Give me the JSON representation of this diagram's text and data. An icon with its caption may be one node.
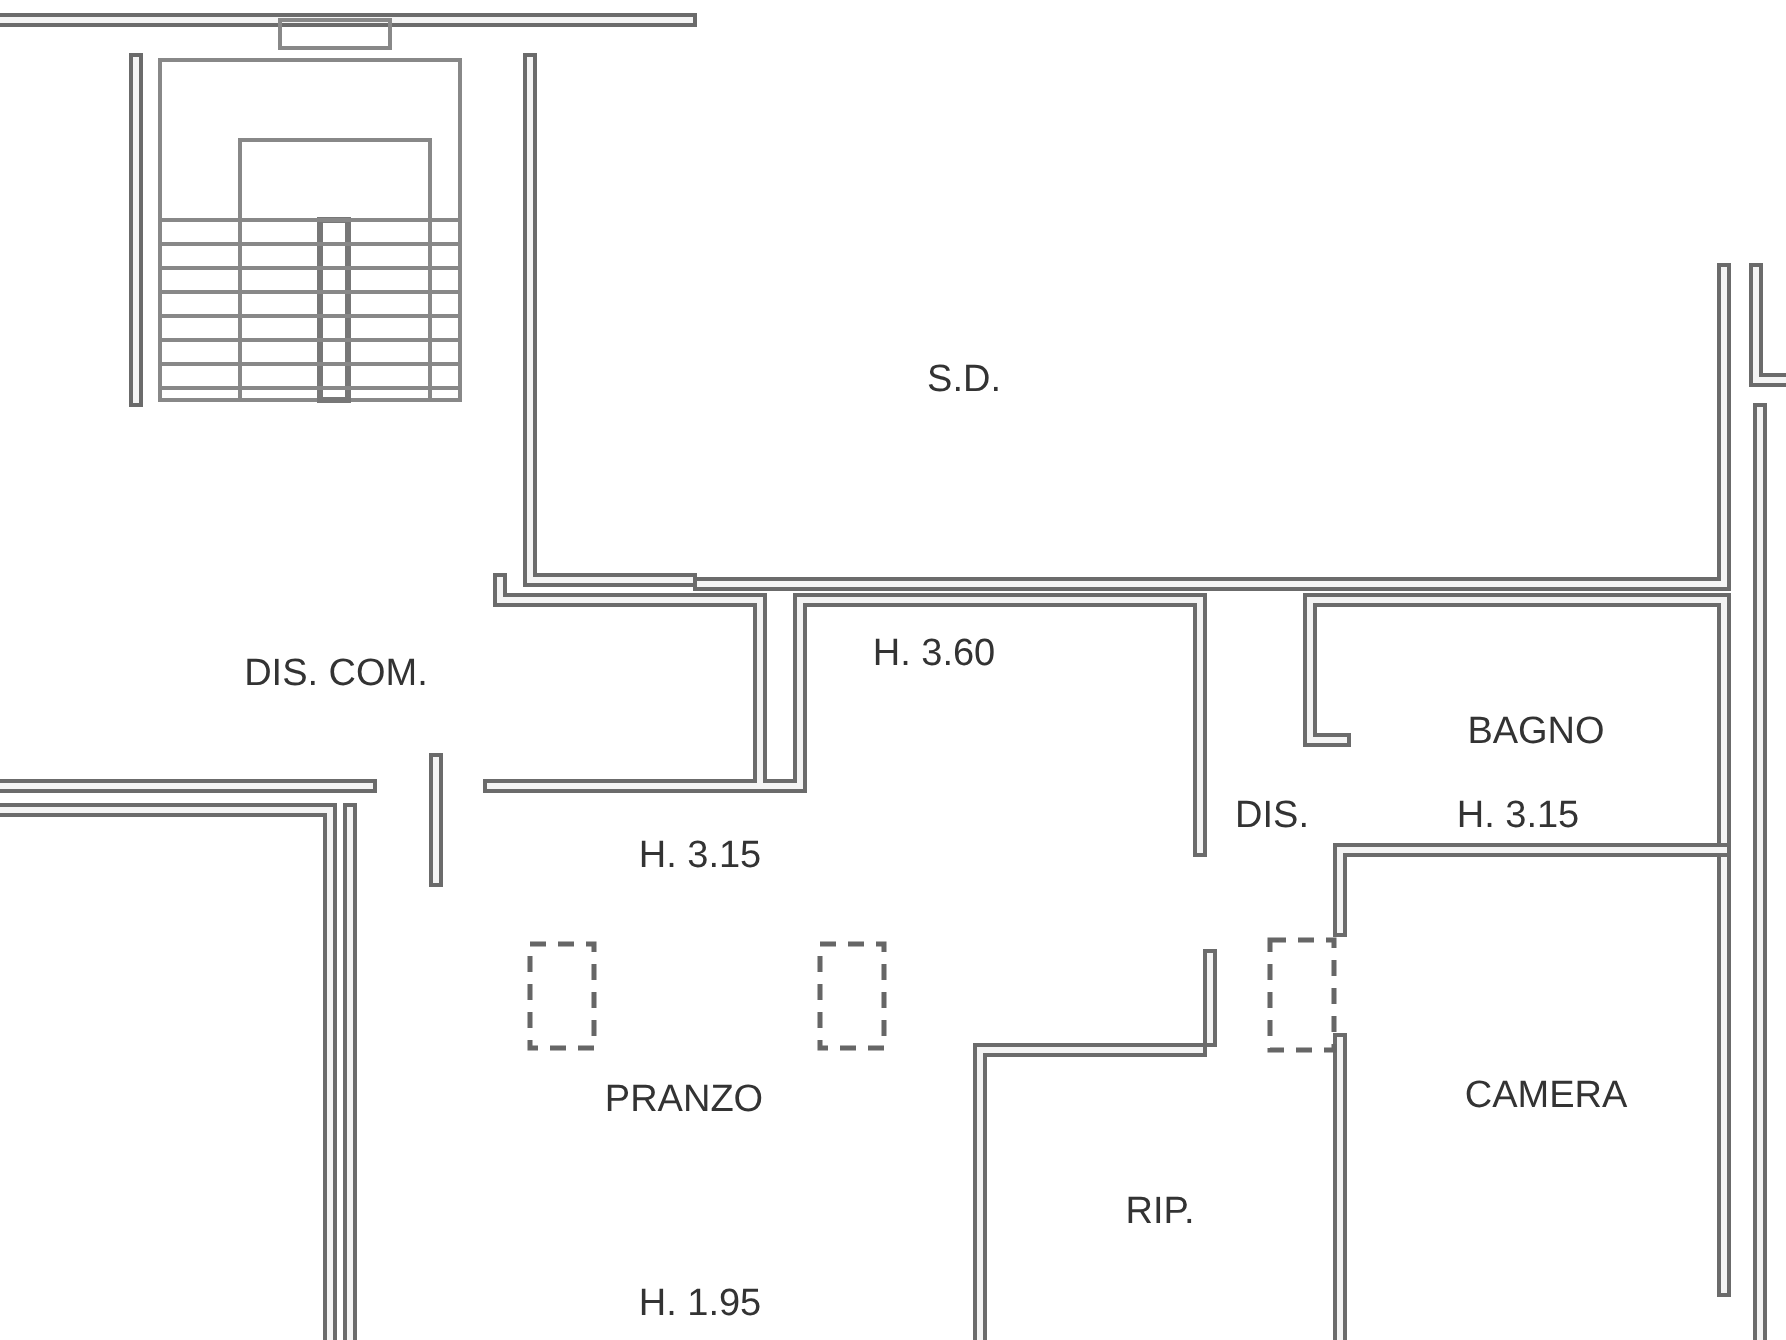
{
  "diagram": {
    "labels": [
      "S.D.",
      "H. 3.60",
      "DIS. COM.",
      "BAGNO",
      "DIS.",
      "H. 3.15",
      "H. 3.15",
      "CAMERA",
      "PRANZO",
      "RIP.",
      "H. 1.95"
    ]
  }
}
